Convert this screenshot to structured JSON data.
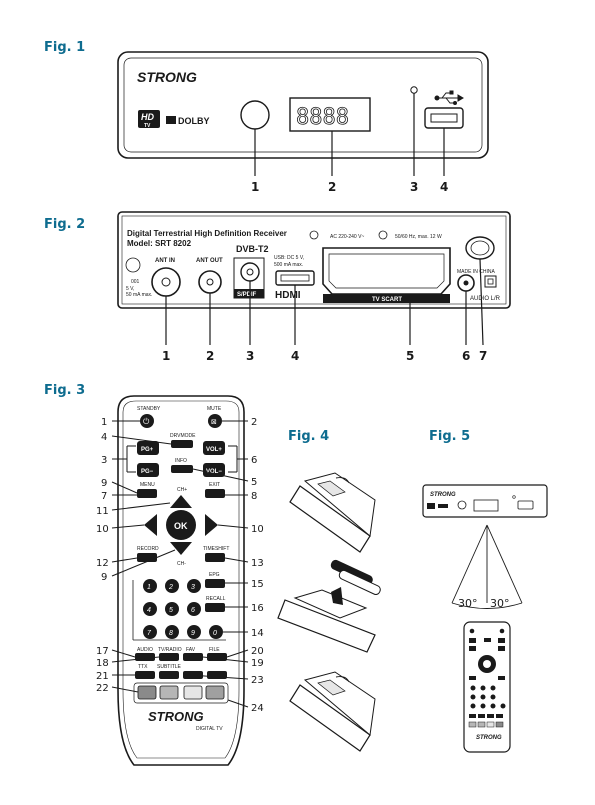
{
  "figures": {
    "fig1": {
      "label": "Fig. 1",
      "brand": "STRONG",
      "hd_line1": "HD",
      "hd_line2": "TV",
      "dolby": "DOLBY",
      "display": "8888",
      "callouts": [
        "1",
        "2",
        "3",
        "4"
      ]
    },
    "fig2": {
      "label": "Fig. 2",
      "title": "Digital Terrestrial High Definition Receiver",
      "model": "Model: SRT 8202",
      "power": "AC 220-240 V~",
      "rating": "50/60 Hz, max. 12 W",
      "dvb_logo": "DVB-T2",
      "ant_in": "ANT IN",
      "ant_out": "ANT OUT",
      "ant_power_code": "001",
      "ant_power_v": "5 V,",
      "ant_power_ma": "50 mA max.",
      "usb_line1": "USB: DC 5 V,",
      "usb_line2": "500 mA max.",
      "spdif": "S/PDIF",
      "hdmi": "HDMI",
      "tv_scart": "TV SCART",
      "made_in": "MADE IN CHINA",
      "audio": "AUDIO L/R",
      "callouts": [
        "1",
        "2",
        "3",
        "4",
        "5",
        "6",
        "7"
      ]
    },
    "fig3": {
      "label": "Fig. 3",
      "brand": "STRONG",
      "brand_sub": "DIGITAL TV",
      "keys": {
        "standby": "STANDBY",
        "mute": "MUTE",
        "drvmode": "DRVMODE",
        "pg_up": "PG+",
        "pg_down": "PG−",
        "vol_up": "VOL+",
        "vol_down": "VOL−",
        "info": "INFO",
        "menu": "MENU",
        "exit": "EXIT",
        "ch_up": "CH+",
        "ch_down": "CH-",
        "ok": "OK",
        "record": "RECORD",
        "timeshift": "TIMESHIFT",
        "epg": "EPG",
        "recall": "RECALL",
        "audio": "AUDIO",
        "tv_radio": "TV/RADIO",
        "fav": "FAV",
        "file": "FILE",
        "ttx": "TTX",
        "subtitle": "SUBTITLE",
        "digits": [
          "1",
          "2",
          "3",
          "4",
          "5",
          "6",
          "7",
          "8",
          "9",
          "0"
        ]
      },
      "left_callouts": [
        "1",
        "4",
        "3",
        "9",
        "7",
        "11",
        "10",
        "12",
        "9",
        "17",
        "18",
        "21",
        "22"
      ],
      "right_callouts": [
        "2",
        "6",
        "5",
        "8",
        "10",
        "13",
        "15",
        "16",
        "14",
        "20",
        "19",
        "23",
        "24"
      ]
    },
    "fig4": {
      "label": "Fig. 4"
    },
    "fig5": {
      "label": "Fig. 5",
      "angle_left": "30°",
      "angle_right": "30°",
      "brand": "STRONG"
    }
  }
}
